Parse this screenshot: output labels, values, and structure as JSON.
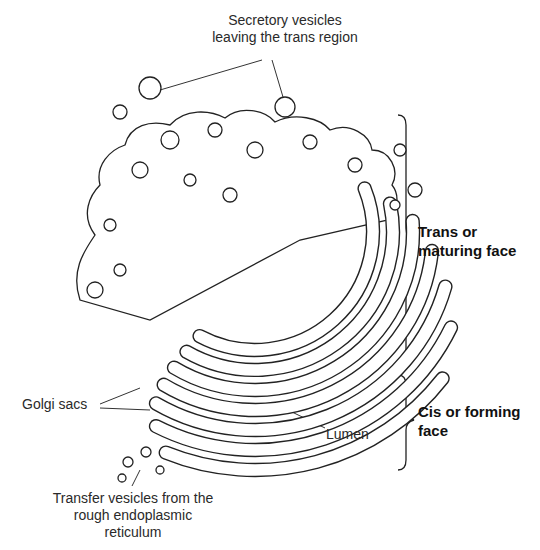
{
  "diagram": {
    "labels": [
      "Secretory vesicles leaving the trans region",
      "Trans or maturing face",
      "Cis or forming face",
      "Golgi sacs",
      "Lumen",
      "Transfer vesicles from the rough endoplasmic reticulum"
    ]
  }
}
